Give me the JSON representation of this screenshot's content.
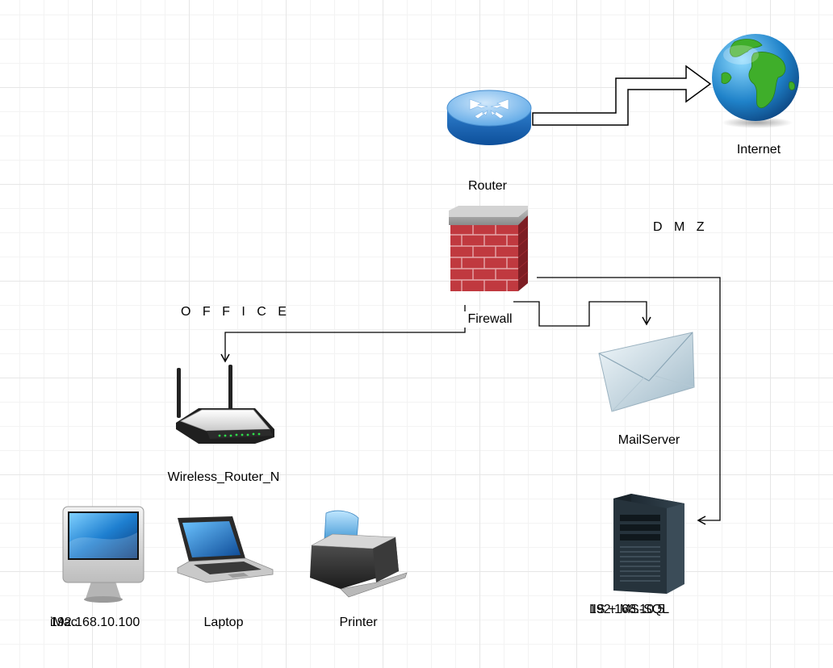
{
  "zones": {
    "dmz": "D M Z",
    "office": "O F F I C E"
  },
  "nodes": {
    "router": {
      "label": "Router",
      "icon": "router-icon"
    },
    "internet": {
      "label": "Internet",
      "icon": "globe-icon"
    },
    "firewall": {
      "label": "Firewall",
      "icon": "firewall-icon"
    },
    "wireless_router": {
      "label": "Wireless_Router_N",
      "icon": "wireless-router-icon"
    },
    "mailserver": {
      "label": "MailServer",
      "icon": "envelope-icon"
    },
    "iis": {
      "label_line1": "IIS + MS-SQL",
      "label_line2": "192.168.10.5",
      "icon": "server-tower-icon"
    },
    "imac": {
      "label_line1": "iMac",
      "label_line2": "192.168.10.100",
      "icon": "imac-icon"
    },
    "laptop": {
      "label": "Laptop",
      "icon": "laptop-icon"
    },
    "printer": {
      "label": "Printer",
      "icon": "printer-icon"
    }
  },
  "connections": [
    {
      "from": "router",
      "to": "internet",
      "style": "hollow-arrow"
    },
    {
      "from": "firewall",
      "to": "mailserver",
      "style": "orthogonal-arrow"
    },
    {
      "from": "firewall",
      "to": "iis",
      "style": "orthogonal-arrow"
    },
    {
      "from": "firewall",
      "to": "wireless_router",
      "style": "orthogonal-arrow"
    }
  ],
  "colors": {
    "line": "#000000",
    "grid": "#e6e6e6",
    "firewall_brick": "#b8323a",
    "router_blue": "#3d8fd6"
  }
}
